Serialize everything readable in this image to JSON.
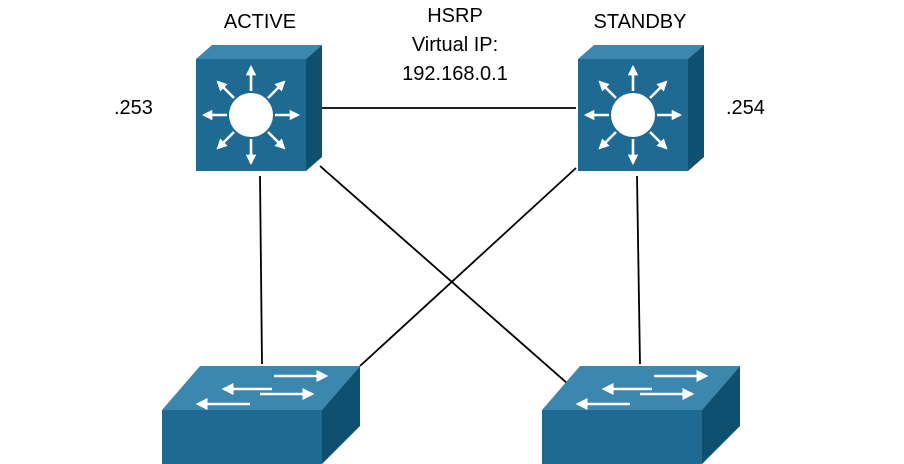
{
  "labels": {
    "active": "ACTIVE",
    "standby": "STANDBY",
    "hsrp": "HSRP",
    "virtual_ip_label": "Virtual IP:",
    "virtual_ip": "192.168.0.1",
    "active_addr": ".253",
    "standby_addr": ".254"
  },
  "colors": {
    "device_blue": "#1e6a93",
    "device_dark": "#0f4f70",
    "device_top": "#3b87ad",
    "arrow": "#ffffff",
    "link": "#000000"
  },
  "icons": {
    "router_switch": "layer3-switch-icon",
    "access_switch": "workgroup-switch-icon"
  }
}
